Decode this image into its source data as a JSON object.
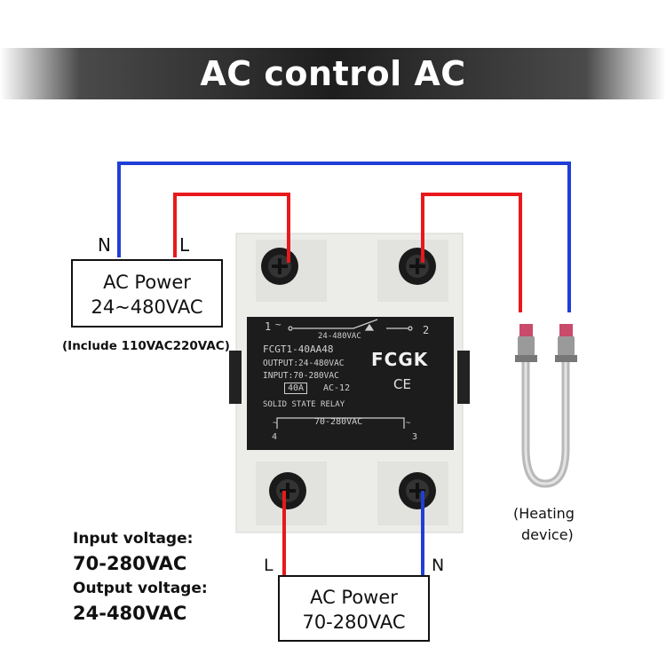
{
  "title": "AC control AC",
  "colors": {
    "live_wire": "#e8191b",
    "neutral_wire": "#1f3fd6",
    "relay_body": "#ededeb",
    "relay_panel": "#1c1c1c"
  },
  "top_supply": {
    "n_label": "N",
    "l_label": "L",
    "box_line1": "AC Power",
    "box_line2": "24~480VAC",
    "note": "(Include 110VAC220VAC)"
  },
  "relay": {
    "terminal_1": "1",
    "terminal_2": "2",
    "terminal_3": "3",
    "terminal_4": "4",
    "tilde_top": "~",
    "tilde_bottom_left": "~",
    "tilde_bottom_right": "~",
    "switch_voltage": "24-480VAC",
    "model": "FCGT1-40AA48",
    "output": "OUTPUT:24-480VAC",
    "input": "INPUT:70-280VAC",
    "current": "40A",
    "ac_class": "AC-12",
    "type": "SOLID STATE RELAY",
    "control_voltage": "70-280VAC",
    "brand": "FCGK",
    "cert": "CE"
  },
  "load": {
    "line1": "(Heating",
    "line2": "device)"
  },
  "bottom_supply": {
    "l_label": "L",
    "n_label": "N",
    "box_line1": "AC Power",
    "box_line2": "70-280VAC"
  },
  "specs": {
    "input_label": "Input voltage:",
    "input_value": "70-280VAC",
    "output_label": "Output voltage:",
    "output_value": "24-480VAC"
  }
}
